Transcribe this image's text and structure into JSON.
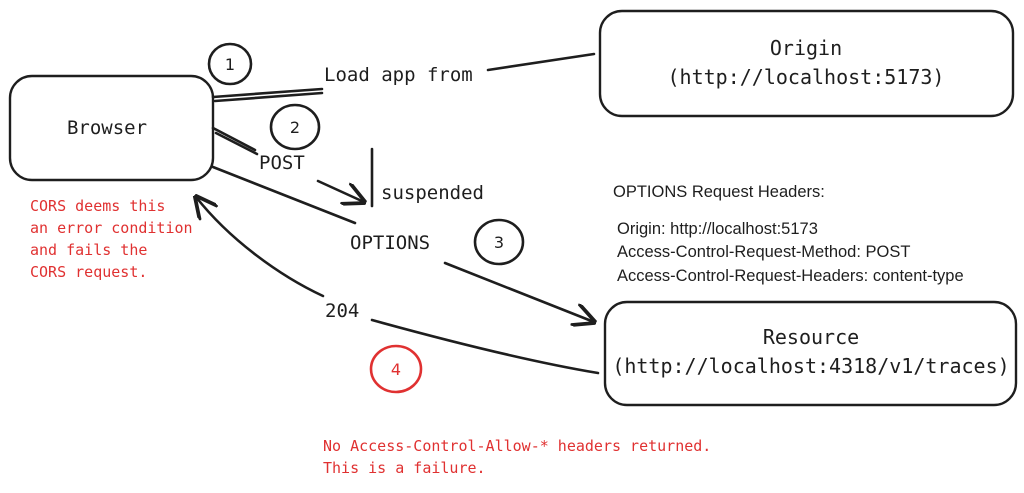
{
  "nodes": {
    "browser": {
      "label": "Browser"
    },
    "origin": {
      "line1": "Origin",
      "line2": "(http://localhost:5173)"
    },
    "resource": {
      "line1": "Resource",
      "line2": "(http://localhost:4318/v1/traces)"
    }
  },
  "edges": {
    "load": "Load app from",
    "post": "POST",
    "suspended": "suspended",
    "options": "OPTIONS",
    "response": "204"
  },
  "steps": [
    "1",
    "2",
    "3",
    "4"
  ],
  "headers": {
    "title": "OPTIONS Request Headers:",
    "lines": [
      "Origin: http://localhost:5173",
      "Access-Control-Request-Method: POST",
      "Access-Control-Request-Headers: content-type"
    ]
  },
  "notes": {
    "cors": [
      "CORS deems this",
      "an error condition",
      "and fails the",
      "CORS request."
    ],
    "failure": [
      "No Access-Control-Allow-* headers returned.",
      "This is a failure."
    ]
  },
  "colors": {
    "ink": "#1e1e1e",
    "error": "#e03131"
  }
}
